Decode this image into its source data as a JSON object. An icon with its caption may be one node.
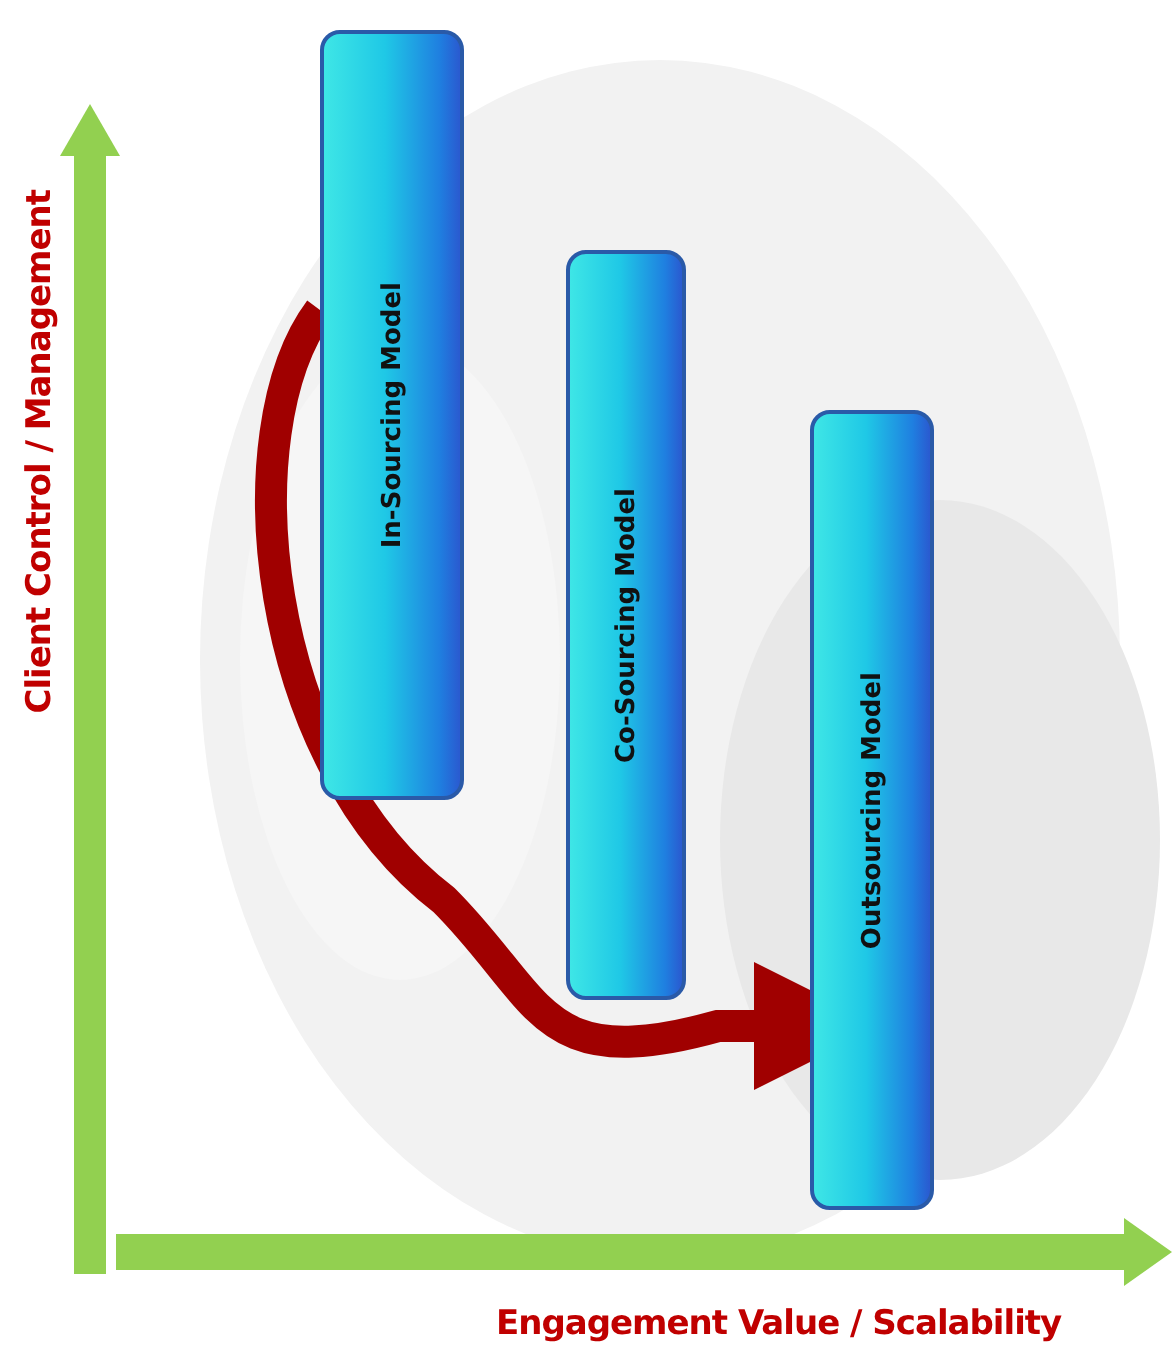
{
  "diagram": {
    "nodes": [
      {
        "text": [
          "In-Sourcing Model"
        ]
      },
      {
        "text": [
          "Co-Sourcing Model"
        ]
      },
      {
        "text": [
          "Outsourcing Model"
        ]
      }
    ],
    "edges": [
      {
        "from": 0,
        "to": 2,
        "arrow": "to",
        "color": "#a00000"
      }
    ],
    "labels": [
      "Client Control / Management",
      "Engagement Value / Scalability"
    ]
  }
}
